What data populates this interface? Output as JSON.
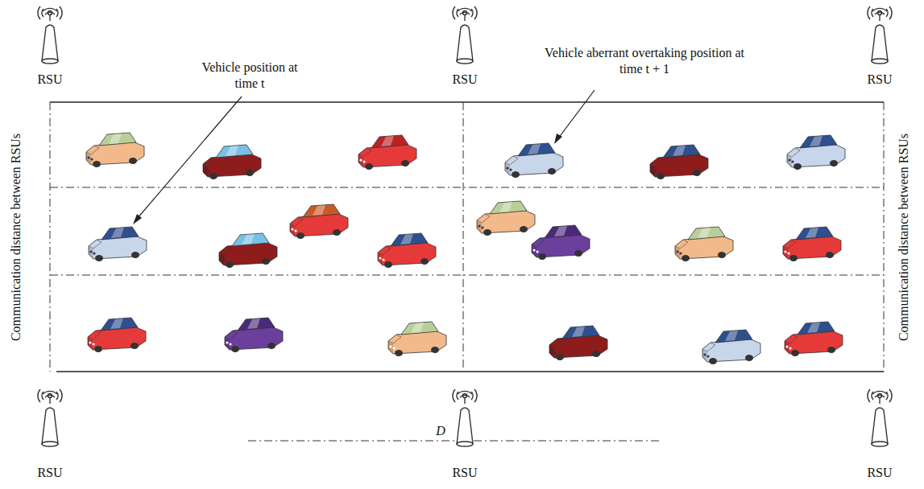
{
  "diagram": {
    "labels": [
      "RSU",
      "RSU",
      "RSU",
      "Vehicle position at time t",
      "Vehicle aberrant overtaking position at time t + 1",
      "Communication distance between RSUs",
      "Communication distance between RSUs",
      "RSU",
      "RSU",
      "RSU",
      "D"
    ]
  }
}
